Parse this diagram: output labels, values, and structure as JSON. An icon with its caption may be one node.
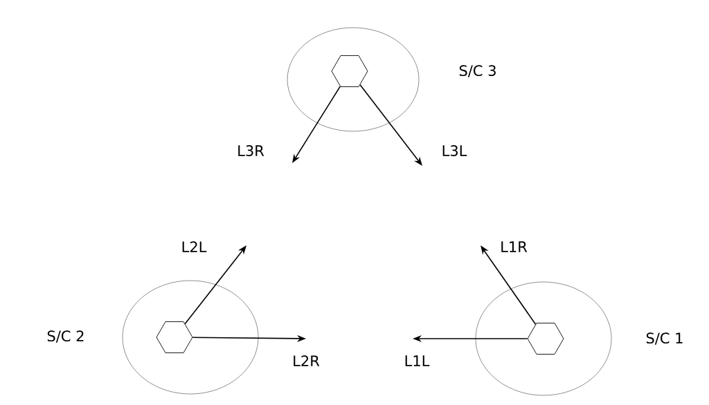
{
  "diagram": {
    "nodes": [
      {
        "text": [
          "S/C 3"
        ]
      },
      {
        "text": [],
        "shape": "hexagon",
        "in": 0
      },
      {
        "text": [
          "S/C 2"
        ]
      },
      {
        "text": [],
        "shape": "hexagon",
        "in": 2
      },
      {
        "text": [
          "S/C 1"
        ]
      },
      {
        "text": [],
        "shape": "hexagon",
        "in": 4
      }
    ],
    "edges": [
      {
        "from": 1,
        "to": null,
        "arrow": "to",
        "label": "L3R"
      },
      {
        "from": 1,
        "to": null,
        "arrow": "to",
        "label": "L3L"
      },
      {
        "from": 3,
        "to": null,
        "arrow": "to",
        "label": "L2L"
      },
      {
        "from": 3,
        "to": null,
        "arrow": "to",
        "label": "L2R"
      },
      {
        "from": 5,
        "to": null,
        "arrow": "to",
        "label": "L1R"
      },
      {
        "from": 5,
        "to": null,
        "arrow": "to",
        "label": "L1L"
      }
    ]
  }
}
